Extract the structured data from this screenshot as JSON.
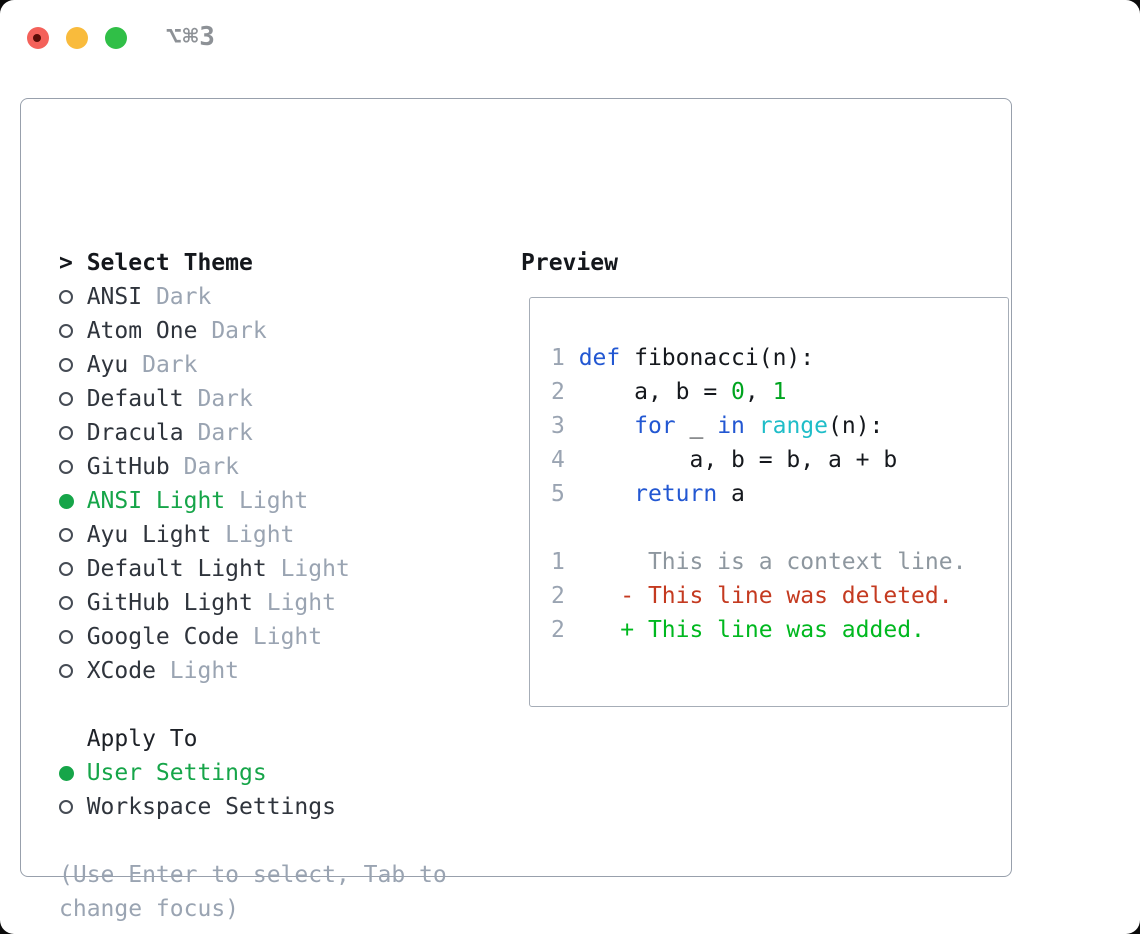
{
  "window": {
    "title_shortcut": "⌥⌘3"
  },
  "colors": {
    "selection_green": "#16a549",
    "added_green": "#00b81f",
    "deleted_red": "#c43a20",
    "keyword_blue": "#2257d2",
    "builtin_cyan": "#1fbdc8",
    "literal_green": "#00a41f",
    "muted_gray": "#9aa4b2",
    "text_dark": "#2f343c",
    "traffic_red": "#f4615a",
    "traffic_yellow": "#f9bb3c",
    "traffic_green": "#30bf47"
  },
  "theme_picker": {
    "prompt_prefix": ">",
    "title": "Select Theme",
    "items": [
      {
        "name": "ANSI",
        "variant": "Dark",
        "selected": false
      },
      {
        "name": "Atom One",
        "variant": "Dark",
        "selected": false
      },
      {
        "name": "Ayu",
        "variant": "Dark",
        "selected": false
      },
      {
        "name": "Default",
        "variant": "Dark",
        "selected": false
      },
      {
        "name": "Dracula",
        "variant": "Dark",
        "selected": false
      },
      {
        "name": "GitHub",
        "variant": "Dark",
        "selected": false
      },
      {
        "name": "ANSI Light",
        "variant": "Light",
        "selected": true
      },
      {
        "name": "Ayu Light",
        "variant": "Light",
        "selected": false
      },
      {
        "name": "Default Light",
        "variant": "Light",
        "selected": false
      },
      {
        "name": "GitHub Light",
        "variant": "Light",
        "selected": false
      },
      {
        "name": "Google Code",
        "variant": "Light",
        "selected": false
      },
      {
        "name": "XCode",
        "variant": "Light",
        "selected": false
      }
    ],
    "apply_to": {
      "title": "Apply To",
      "options": [
        {
          "name": "User Settings",
          "selected": true
        },
        {
          "name": "Workspace Settings",
          "selected": false
        }
      ]
    },
    "help_text": "(Use Enter to select, Tab to change focus)"
  },
  "preview": {
    "title": "Preview",
    "code_lines": [
      [
        {
          "t": "1 ",
          "c": "num"
        },
        {
          "t": "def",
          "c": "kw"
        },
        {
          "t": " fibonacci(n):",
          "c": "pl"
        }
      ],
      [
        {
          "t": "2 ",
          "c": "num"
        },
        {
          "t": "    a, b = ",
          "c": "pl"
        },
        {
          "t": "0",
          "c": "lit"
        },
        {
          "t": ", ",
          "c": "pl"
        },
        {
          "t": "1",
          "c": "lit"
        }
      ],
      [
        {
          "t": "3 ",
          "c": "num"
        },
        {
          "t": "    ",
          "c": "pl"
        },
        {
          "t": "for",
          "c": "kw"
        },
        {
          "t": " _ ",
          "c": "pl"
        },
        {
          "t": "in",
          "c": "kw"
        },
        {
          "t": " ",
          "c": "pl"
        },
        {
          "t": "range",
          "c": "bi"
        },
        {
          "t": "(n):",
          "c": "pl"
        }
      ],
      [
        {
          "t": "4 ",
          "c": "num"
        },
        {
          "t": "        a, b = b, a + b",
          "c": "pl"
        }
      ],
      [
        {
          "t": "5 ",
          "c": "num"
        },
        {
          "t": "    ",
          "c": "pl"
        },
        {
          "t": "return",
          "c": "kw"
        },
        {
          "t": " a",
          "c": "pl"
        }
      ],
      [],
      [
        {
          "t": "1 ",
          "c": "num"
        },
        {
          "t": "     This is a context line.",
          "c": "ctx"
        }
      ],
      [
        {
          "t": "2 ",
          "c": "num"
        },
        {
          "t": "   - This line was deleted.",
          "c": "del"
        }
      ],
      [
        {
          "t": "2 ",
          "c": "num"
        },
        {
          "t": "   + This line was added.",
          "c": "add"
        }
      ]
    ]
  }
}
